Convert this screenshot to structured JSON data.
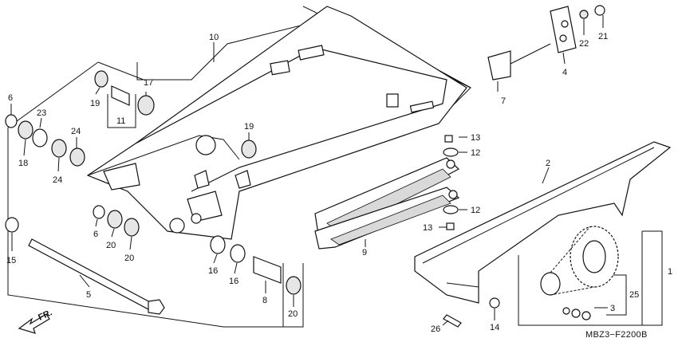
{
  "labels": {
    "p1": "1",
    "p2": "2",
    "p3": "3",
    "p4": "4",
    "p5": "5",
    "p6": "6",
    "p7": "7",
    "p8": "8",
    "p9": "9",
    "p10": "10",
    "p11": "11",
    "p12": "12",
    "p13": "13",
    "p14": "14",
    "p15": "15",
    "p16": "16",
    "p17": "17",
    "p18": "18",
    "p19": "19",
    "p20": "20",
    "p21": "21",
    "p22": "22",
    "p23": "23",
    "p24": "24",
    "p25": "25",
    "p26": "26"
  },
  "front_label": "FR.",
  "diagram_code": "MBZ3−F2200B"
}
